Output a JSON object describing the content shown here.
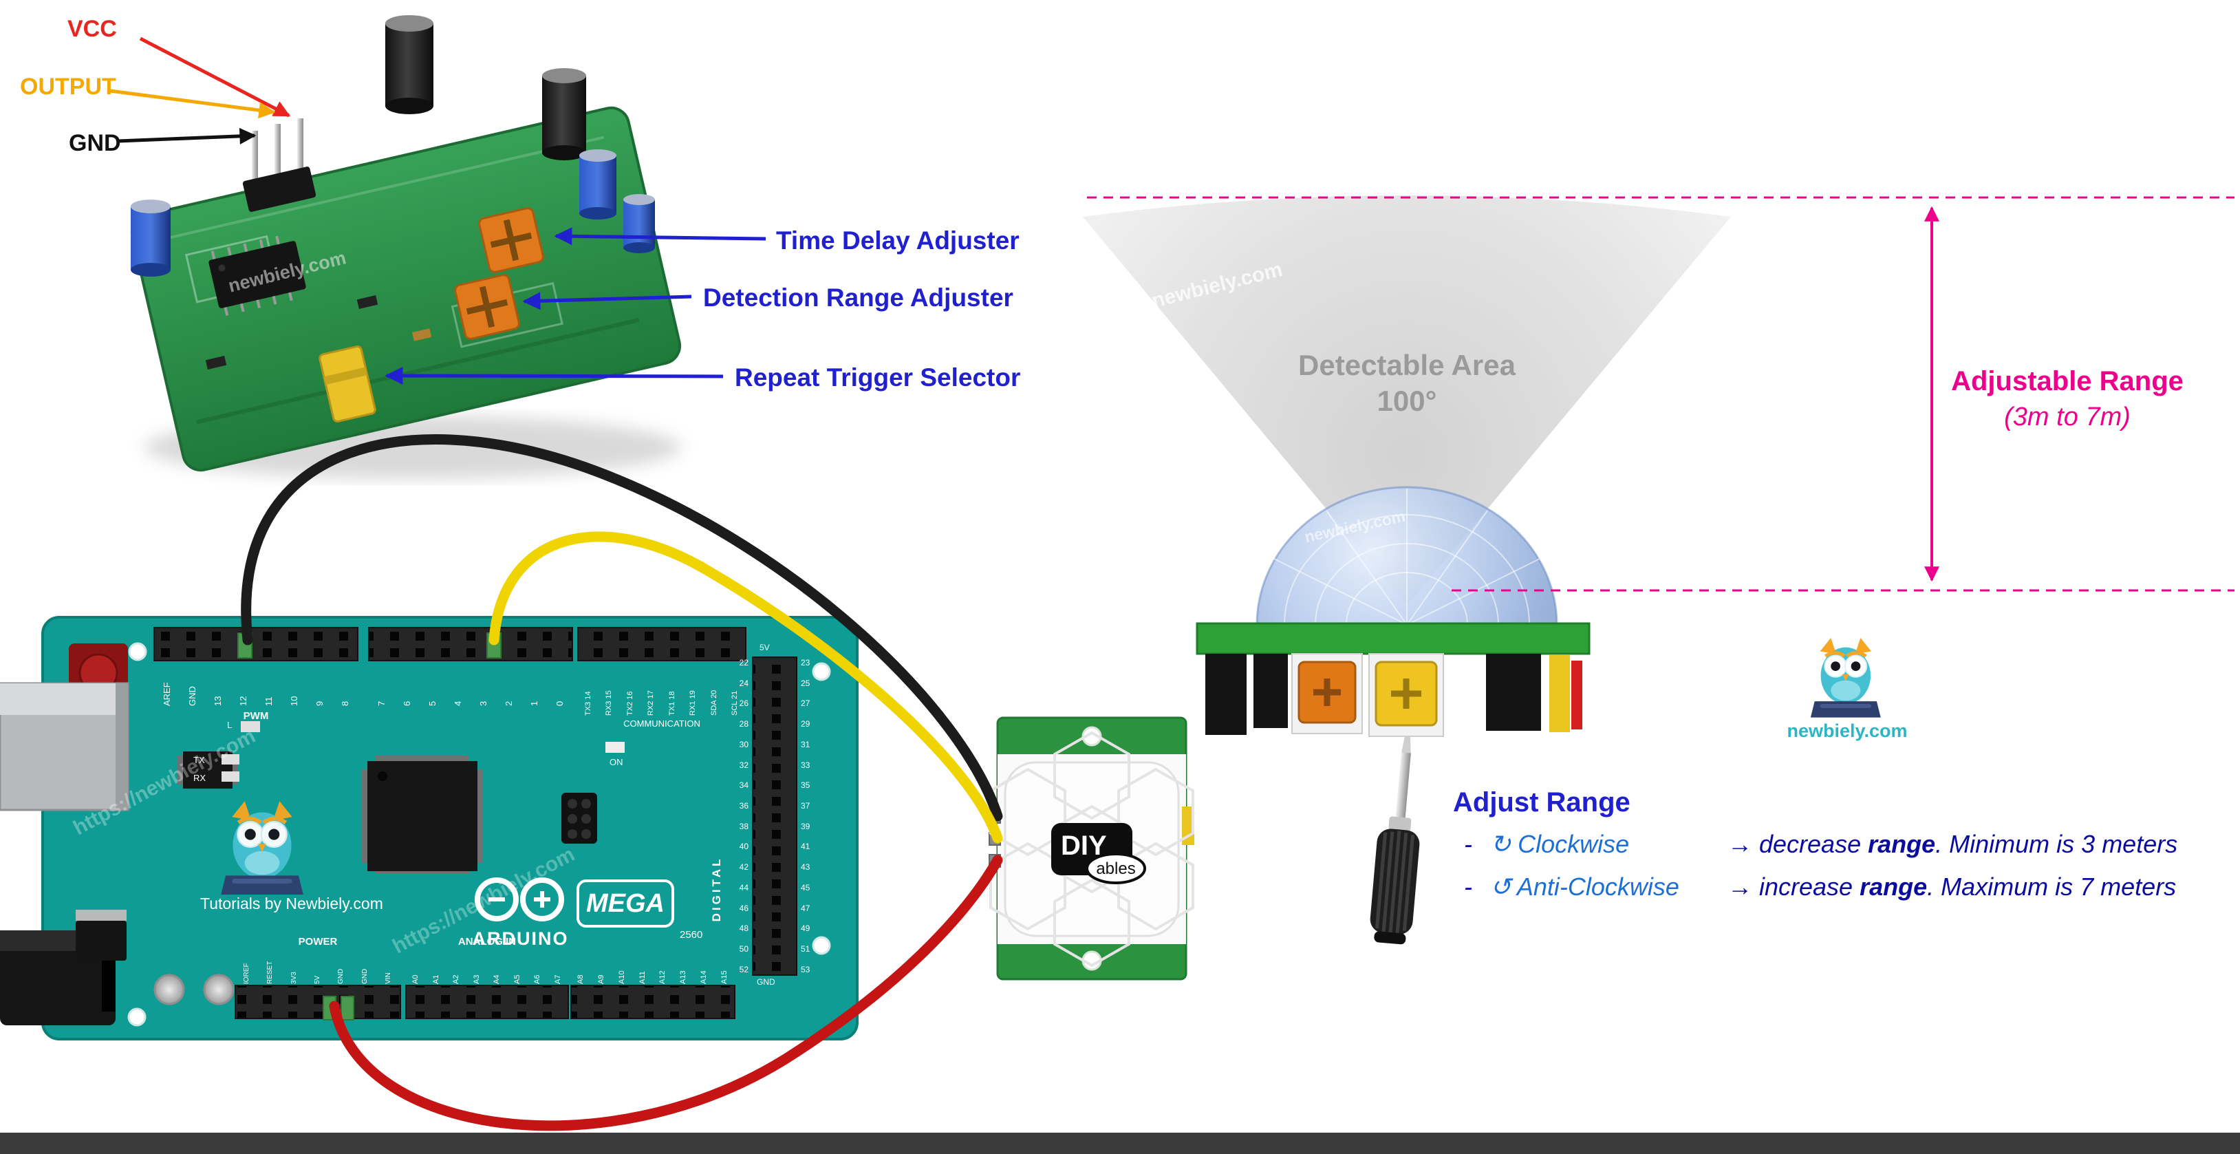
{
  "pir_module_labels": {
    "vcc": "VCC",
    "output": "OUTPUT",
    "gnd": "GND",
    "time_delay": "Time Delay Adjuster",
    "detection_range": "Detection Range Adjuster",
    "repeat_trigger": "Repeat Trigger Selector"
  },
  "coverage": {
    "area_line1": "Detectable Area",
    "area_line2": "100°",
    "range_line1": "Adjustable Range",
    "range_line2": "(3m to 7m)"
  },
  "adjust_range": {
    "title": "Adjust Range",
    "rows": [
      {
        "bullet": "-",
        "direction": "↻ Clockwise",
        "pre": "→ decrease ",
        "emph": "range",
        "post": ". Minimum  is 3 meters"
      },
      {
        "bullet": "-",
        "direction": "↺ Anti-Clockwise",
        "pre": "→ increase  ",
        "emph": "range",
        "post": ". Maximum is 7 meters"
      }
    ]
  },
  "branding": {
    "site": "newbiely.com",
    "watermark": "newbiely.com",
    "watermark_url": "https://newbiely.com"
  },
  "arduino": {
    "tutorials_credit": "Tutorials by Newbiely.com",
    "brand": "ARDUINO",
    "model": "MEGA",
    "model_number": "2560",
    "section_pwm": "PWM",
    "section_communication": "COMMUNICATION",
    "section_digital": "DIGITAL",
    "section_power": "POWER",
    "section_analog": "ANALOG IN",
    "led_l": "L",
    "led_tx": "TX",
    "led_rx": "RX",
    "led_on": "ON",
    "pin_digital_top": "5V",
    "pin_digital_bottom": "GND",
    "pins_top_left": [
      "AREF",
      "GND",
      "13",
      "12",
      "11",
      "10",
      "9",
      "8"
    ],
    "pins_top_mid": [
      "7",
      "6",
      "5",
      "4",
      "3",
      "2",
      "1",
      "0"
    ],
    "pins_comm": [
      "TX3 14",
      "RX3 15",
      "TX2 16",
      "RX2 17",
      "TX1 18",
      "RX1 19",
      "SDA 20",
      "SCL 21"
    ],
    "pins_digital_left": [
      "22",
      "24",
      "26",
      "28",
      "30",
      "32",
      "34",
      "36",
      "38",
      "40",
      "42",
      "44",
      "46",
      "48",
      "50",
      "52"
    ],
    "pins_digital_right": [
      "23",
      "25",
      "27",
      "29",
      "31",
      "33",
      "35",
      "37",
      "39",
      "41",
      "43",
      "45",
      "47",
      "49",
      "51",
      "53"
    ],
    "pins_power": [
      "IOREF",
      "RESET",
      "3V3",
      "5V",
      "GND",
      "GND",
      "VIN"
    ],
    "pins_analog_a": [
      "A0",
      "A1",
      "A2",
      "A3",
      "A4",
      "A5",
      "A6",
      "A7"
    ],
    "pins_analog_b": [
      "A8",
      "A9",
      "A10",
      "A11",
      "A12",
      "A13",
      "A14",
      "A15"
    ]
  },
  "sensor_module": {
    "logo_diy": "DIY",
    "logo_ables": "ables"
  },
  "colors": {
    "label_blue": "#2020cf",
    "vcc_red": "#e8251f",
    "output_orange": "#f5a800",
    "gnd_black": "#111111",
    "range_pink": "#ec008c",
    "area_gray": "#9a9a9a",
    "board_teal": "#0e9c94",
    "pcb_green": "#2b9240",
    "wire_black": "#1c1c1c",
    "wire_yellow": "#efd400",
    "wire_red": "#c41414",
    "site_teal": "#2ab6c5",
    "direction_blue": "#1d6fd6",
    "instruction_navy": "#0b0b9e"
  }
}
